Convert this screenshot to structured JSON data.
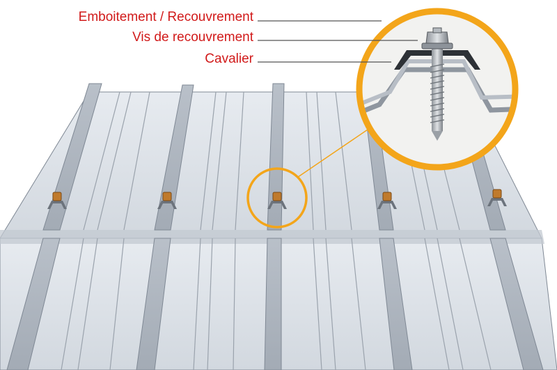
{
  "labels": [
    {
      "id": "emboitement",
      "text": "Emboitement / Recouvrement"
    },
    {
      "id": "vis",
      "text": "Vis de recouvrement"
    },
    {
      "id": "cavalier",
      "text": "Cavalier"
    }
  ],
  "colors": {
    "label_text": "#d11a1a",
    "leader_line": "#555555",
    "highlight_ring": "#f3a51a",
    "sheet_light": "#dfe4ea",
    "sheet_mid": "#c8ced6",
    "sheet_dark": "#a9b1bb",
    "sheet_outline": "#7f8894",
    "screw_head": "#c07a2c",
    "cavalier_metal": "#6c737c",
    "zoom_background": "#f2f2f0"
  },
  "icons": [
    "screw-icon",
    "cavalier-icon"
  ]
}
